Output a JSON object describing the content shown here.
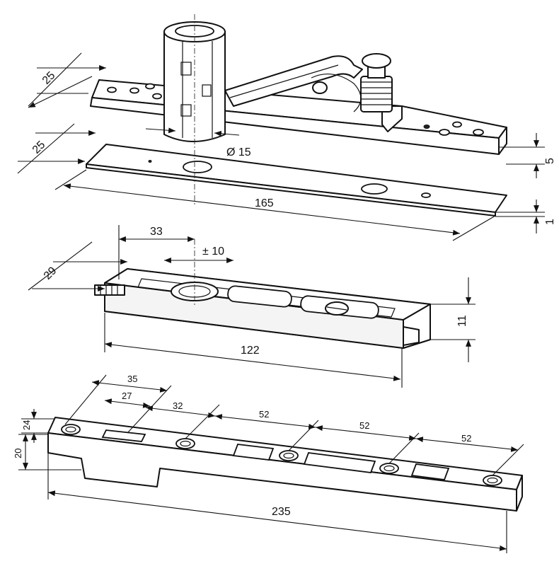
{
  "top_assembly": {
    "width_dim": "25",
    "plate_width_dim": "25",
    "spindle_dia": "Ø 15",
    "length": "165",
    "height": "5",
    "shim_thickness": "1"
  },
  "middle_assembly": {
    "offset": "33",
    "adjust": "± 10",
    "width": "29",
    "height": "11",
    "length": "122"
  },
  "bottom_assembly": {
    "dim_35": "35",
    "dim_27": "27",
    "dim_32": "32",
    "pitch_1": "52",
    "pitch_2": "52",
    "pitch_3": "52",
    "width": "24",
    "height": "20",
    "length": "235"
  }
}
